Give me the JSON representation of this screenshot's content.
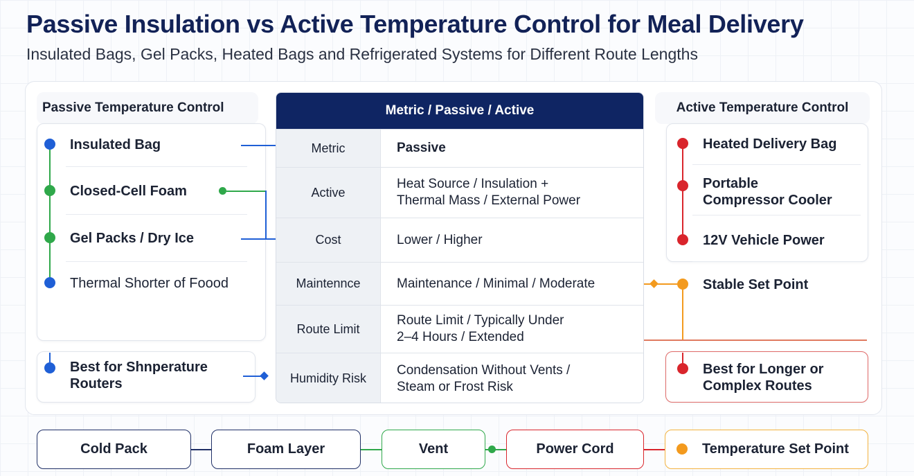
{
  "header": {
    "title": "Passive Insulation vs Active Temperature Control for Meal Delivery",
    "subtitle": "Insulated Bags, Gel Packs, Heated Bags and Refrigerated Systems for Different Route Lengths"
  },
  "passive": {
    "heading": "Passive Temperature Control",
    "items": [
      {
        "label": "Insulated Bag"
      },
      {
        "label": "Closed-Cell Foam"
      },
      {
        "label": "Gel Packs / Dry Ice"
      },
      {
        "label": "Thermal Shorter of Foood"
      }
    ],
    "best_for": [
      "Best for Shnperature",
      "Routers"
    ]
  },
  "active": {
    "heading": "Active Temperature Control",
    "items": [
      {
        "label": "Heated Delivery Bag"
      },
      {
        "label": [
          "Portable",
          "Compressor Cooler"
        ]
      },
      {
        "label": "12V Vehicle Power"
      },
      {
        "label": "Stable Set Point"
      }
    ],
    "best_for": [
      "Best for Longer or",
      "Complex Routes"
    ]
  },
  "table": {
    "heading": "Metric / Passive / Active",
    "rows": [
      {
        "metric": "Metric",
        "value": [
          "Passive"
        ]
      },
      {
        "metric": "Active",
        "value": [
          "Heat Source / Insulation +",
          "Thermal Mass / External Power"
        ]
      },
      {
        "metric": "Cost",
        "value": [
          "Lower / Higher"
        ]
      },
      {
        "metric": "Maintennce",
        "value": [
          "Maintenance / Minimal / Moderate"
        ]
      },
      {
        "metric": "Route Limit",
        "value": [
          "Route Limit / Typically Under",
          "2–4 Hours / Extended"
        ]
      },
      {
        "metric": "Humidity Risk",
        "value": [
          "Condensation Without Vents /",
          "Steam or Frost Risk"
        ]
      }
    ]
  },
  "bottom": [
    "Cold Pack",
    "Foam Layer",
    "Vent",
    "Power Cord",
    "Temperature Set Point"
  ],
  "colors": {
    "navy": "#0f2563",
    "blue": "#1f5fd6",
    "green": "#2fa84a",
    "red": "#d9252c",
    "orange": "#f39a1e"
  }
}
